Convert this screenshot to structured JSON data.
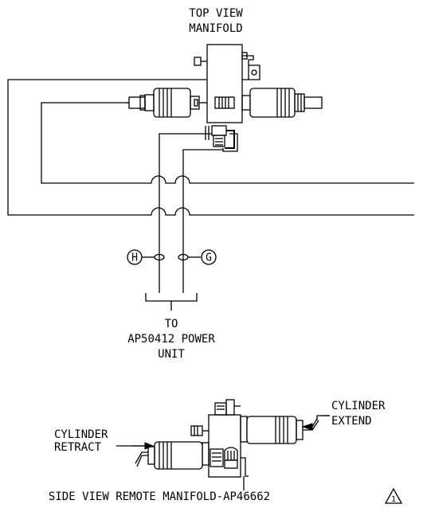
{
  "top_view": {
    "title_line1": "TOP VIEW",
    "title_line2": "MANIFOLD"
  },
  "callouts": {
    "h_label": "H",
    "g_label": "G"
  },
  "power_unit": {
    "line1": "TO",
    "line2": "AP50412 POWER",
    "line3": "UNIT"
  },
  "side_view": {
    "cylinder_extend_line1": "CYLINDER",
    "cylinder_extend_line2": "EXTEND",
    "cylinder_retract_line1": "CYLINDER",
    "cylinder_retract_line2": "RETRACT",
    "caption": "SIDE VIEW REMOTE MANIFOLD-AP46662",
    "revision_mark": "1"
  }
}
